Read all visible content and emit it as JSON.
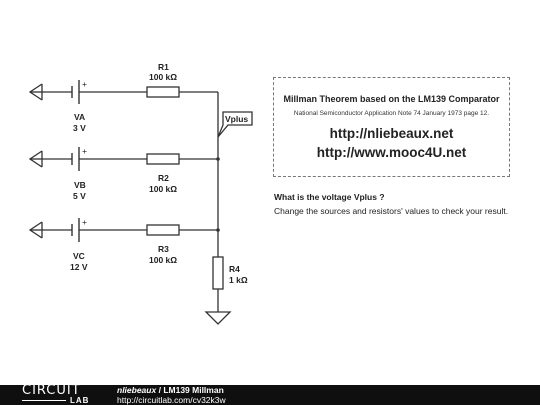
{
  "schematic": {
    "sources": [
      {
        "name": "VA",
        "value": "3 V"
      },
      {
        "name": "VB",
        "value": "5 V"
      },
      {
        "name": "VC",
        "value": "12 V"
      }
    ],
    "resistors": [
      {
        "name": "R1",
        "value": "100 kΩ"
      },
      {
        "name": "R2",
        "value": "100 kΩ"
      },
      {
        "name": "R3",
        "value": "100 kΩ"
      },
      {
        "name": "R4",
        "value": "1 kΩ"
      }
    ],
    "plus_sign": "+",
    "probe_label": "Vplus"
  },
  "note": {
    "title": "Millman Theorem based on the LM139 Comparator",
    "subtitle": "National Semiconductor Application Note 74 January 1973 page 12.",
    "url1": "http://nliebeaux.net",
    "url2": "http://www.mooc4U.net"
  },
  "question": "What is the voltage Vplus ?",
  "instruction": "Change the sources and resistors' values to check your result.",
  "footer": {
    "logo_top": "CIRCUIT",
    "logo_bottom": "LAB",
    "author": "nliebeaux",
    "separator": " / ",
    "title": "LM139 Millman",
    "url": "http://circuitlab.com/cv32k3w"
  }
}
